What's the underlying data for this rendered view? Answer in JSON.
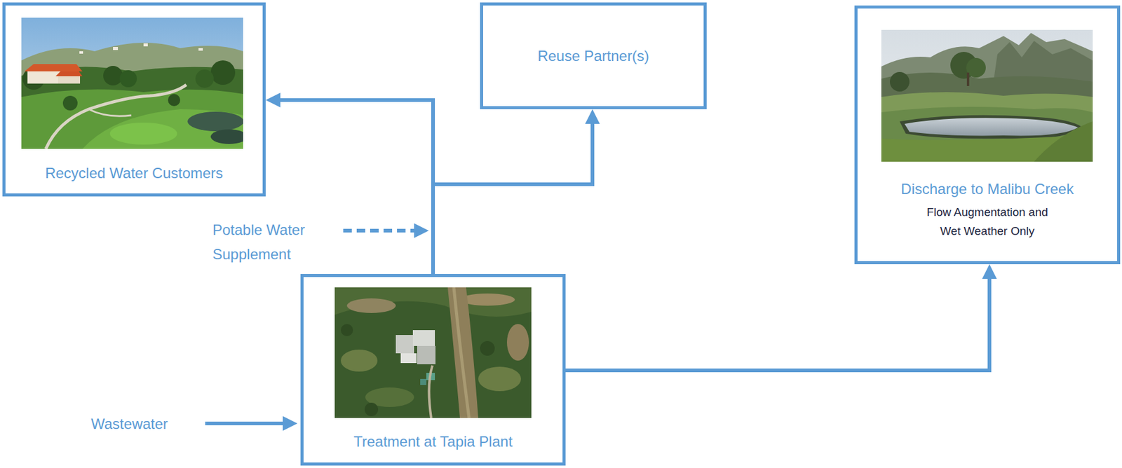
{
  "diagram": {
    "nodes": [
      {
        "text": [
          "Recycled Water Customers"
        ]
      },
      {
        "text": [
          "Reuse Partner(s)"
        ]
      },
      {
        "text": [
          "Discharge to Malibu Creek",
          "Flow Augmentation and Wet Weather Only"
        ]
      },
      {
        "text": [
          "Treatment at Tapia Plant"
        ]
      }
    ],
    "edges": [
      {
        "from": 3,
        "to": 0,
        "arrow": "to"
      },
      {
        "from": 3,
        "to": 1,
        "arrow": "to"
      },
      {
        "from": 3,
        "to": 2,
        "arrow": "to"
      }
    ],
    "labels": [
      "Potable Water Supplement",
      "Wastewater"
    ]
  }
}
